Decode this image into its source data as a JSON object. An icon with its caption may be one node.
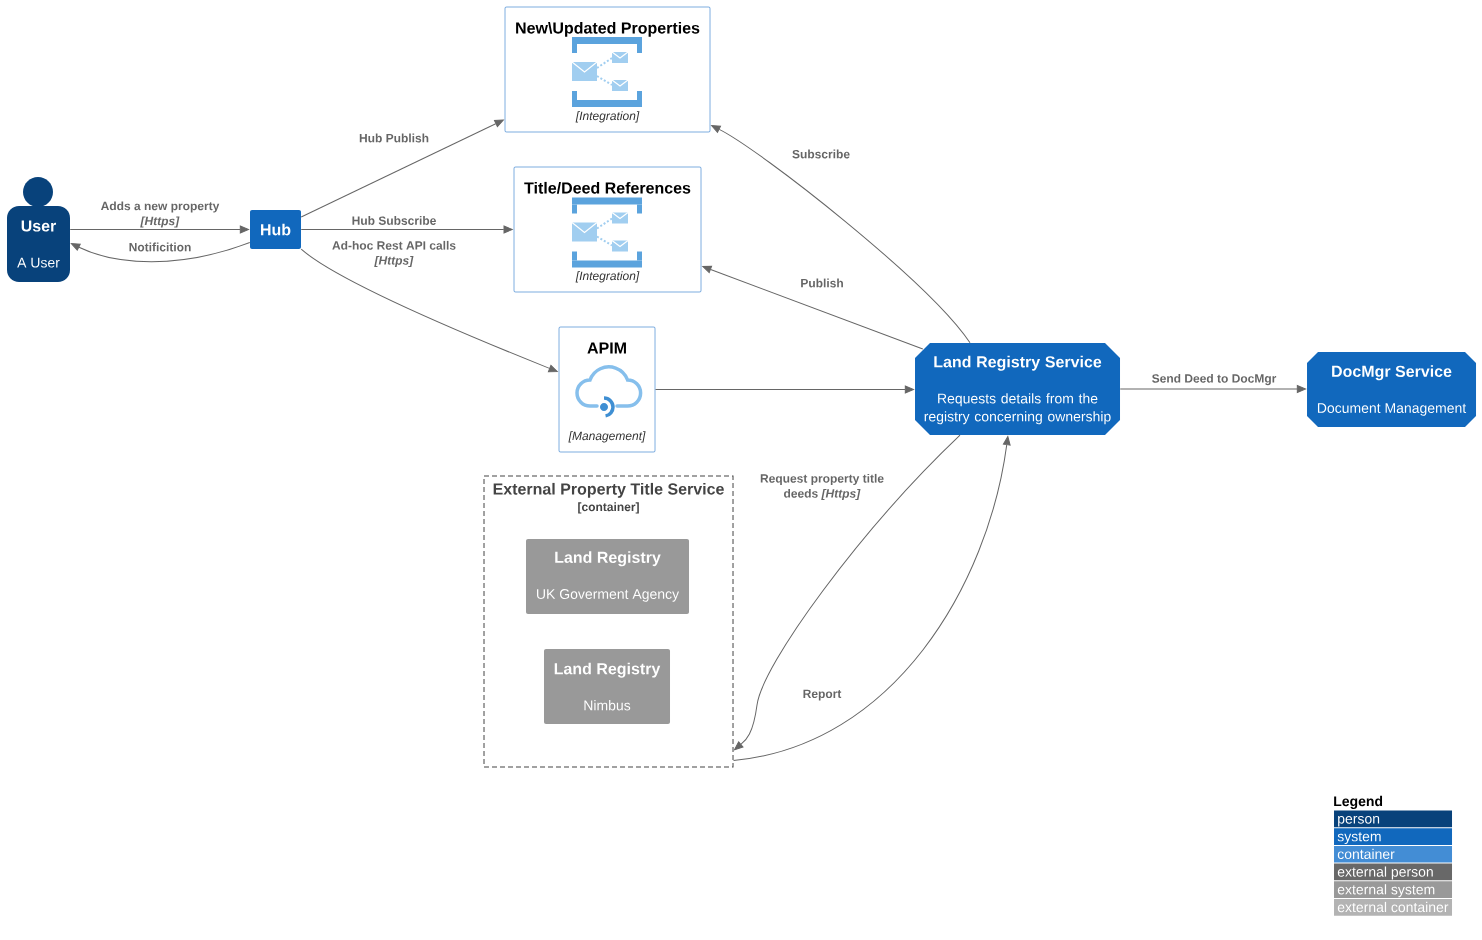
{
  "diagram": {
    "nodes": [
      {
        "text": [
          "User",
          "A User"
        ]
      },
      {
        "text": [
          "Hub"
        ]
      },
      {
        "text": [
          "New\\Updated Properties",
          "[Integration]"
        ]
      },
      {
        "text": [
          "Title/Deed References",
          "[Integration]"
        ]
      },
      {
        "text": [
          "APIM",
          "[Management]"
        ]
      },
      {
        "text": [
          "External Property Title Service",
          "[container]"
        ]
      },
      {
        "text": [
          "Land Registry",
          "UK Goverment Agency"
        ],
        "in": 5
      },
      {
        "text": [
          "Land Registry",
          "Nimbus"
        ],
        "in": 5
      },
      {
        "text": [
          "Land Registry Service",
          "Requests details from the registry concerning ownership"
        ]
      },
      {
        "text": [
          "DocMgr Service",
          "Document Management"
        ]
      }
    ],
    "edges": [
      {
        "from": 0,
        "to": 1,
        "arrow": "to",
        "label": "Adds a new property *[Https]*"
      },
      {
        "from": 1,
        "to": 0,
        "arrow": "to",
        "label": "Notificition"
      },
      {
        "from": 1,
        "to": 2,
        "arrow": "to",
        "label": "Hub Publish"
      },
      {
        "from": 1,
        "to": 3,
        "arrow": "to",
        "label": "Hub Subscribe"
      },
      {
        "from": 1,
        "to": 4,
        "arrow": "to",
        "label": "Ad-hoc Rest API calls *[Https]*"
      },
      {
        "from": 8,
        "to": 2,
        "arrow": "to",
        "label": "Subscribe"
      },
      {
        "from": 8,
        "to": 3,
        "arrow": "to",
        "label": "Publish"
      },
      {
        "from": 4,
        "to": 8,
        "arrow": "to"
      },
      {
        "from": 8,
        "to": 9,
        "arrow": "to",
        "label": "Send Deed to DocMgr"
      },
      {
        "from": 8,
        "to": 5,
        "arrow": "to",
        "label": "Request property title deeds *[Https]*"
      },
      {
        "from": 5,
        "to": 8,
        "arrow": "to",
        "label": "Report"
      }
    ],
    "labels": [
      "Legend"
    ],
    "legend": [
      {
        "text": "person",
        "color": "#08427b"
      },
      {
        "text": "system",
        "color": "#1168bd"
      },
      {
        "text": "container",
        "color": "#438dd5"
      },
      {
        "text": "external person",
        "color": "#686868"
      },
      {
        "text": "external system",
        "color": "#999999"
      },
      {
        "text": "external container",
        "color": "#b3b3b3"
      }
    ]
  }
}
